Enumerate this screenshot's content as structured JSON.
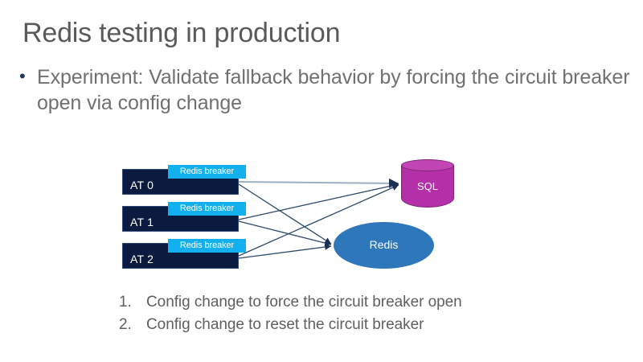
{
  "slide": {
    "title": "Redis testing in production",
    "bullets": [
      {
        "marker": "•",
        "text": "Experiment: Validate fallback behavior by forcing the circuit breaker open via config change"
      }
    ],
    "steps": [
      {
        "num": "1.",
        "text": "Config change to force the circuit breaker open"
      },
      {
        "num": "2.",
        "text": "Config change to reset the circuit breaker"
      }
    ]
  },
  "diagram": {
    "at_nodes": [
      {
        "label": "AT 0",
        "chip": "Redis breaker"
      },
      {
        "label": "AT 1",
        "chip": "Redis breaker"
      },
      {
        "label": "AT 2",
        "chip": "Redis breaker"
      }
    ],
    "sql": {
      "label": "SQL"
    },
    "redis": {
      "label": "Redis"
    },
    "colors": {
      "at_box": "#0b1b3f",
      "breaker_chip": "#12b0ef",
      "sql_body": "#b42fa8",
      "sql_top": "#c245b5",
      "sql_outline": "#7a2770",
      "redis_fill": "#2e77bb",
      "connector": "#2f4a6e",
      "connector_light": "#9fb0c4",
      "title_text": "#5a5a5a",
      "body_text": "#707070",
      "bullet_marker": "#203864"
    }
  }
}
